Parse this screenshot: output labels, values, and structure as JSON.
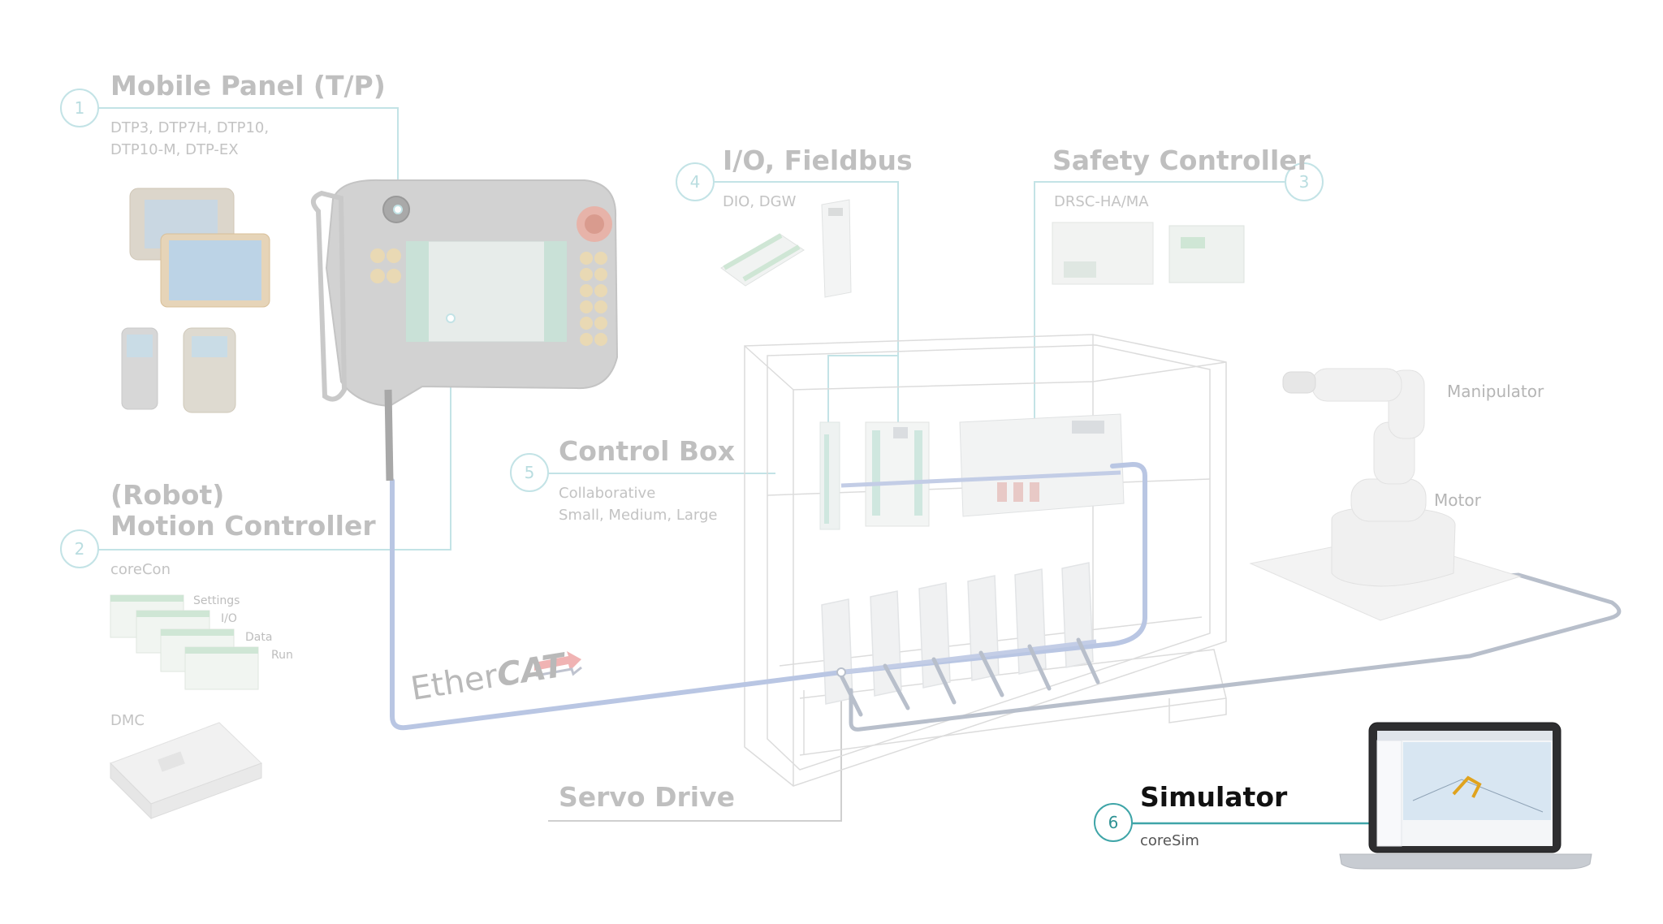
{
  "colors": {
    "accent_teal": "#3fa5a8",
    "faded_teal": "#c3e3e6",
    "ethercat_line": "#b9c6e3",
    "servo_line": "#b8bfcb",
    "faded_text": "#bfbfbf",
    "active_text": "#111111"
  },
  "sections": {
    "mobile_panel": {
      "number": "1",
      "title": "Mobile Panel (T/P)",
      "subtitle_line1": "DTP3, DTP7H, DTP10,",
      "subtitle_line2": "DTP10-M, DTP-EX"
    },
    "motion_controller": {
      "number": "2",
      "title_line1": "(Robot)",
      "title_line2": "Motion Controller",
      "subtitle": "coreCon",
      "screen_labels": [
        "Settings",
        "I/O",
        "Data",
        "Run"
      ],
      "dmc_label": "DMC"
    },
    "safety_controller": {
      "number": "3",
      "title": "Safety Controller",
      "subtitle": "DRSC-HA/MA"
    },
    "io_fieldbus": {
      "number": "4",
      "title": "I/O, Fieldbus",
      "subtitle": "DIO, DGW"
    },
    "control_box": {
      "number": "5",
      "title": "Control Box",
      "subtitle_line1": "Collaborative",
      "subtitle_line2": "Small, Medium, Large"
    },
    "simulator": {
      "number": "6",
      "title": "Simulator",
      "subtitle": "coreSim"
    },
    "servo_drive": {
      "title": "Servo Drive"
    },
    "robot": {
      "manipulator_label": "Manipulator",
      "motor_label": "Motor"
    },
    "ethercat": {
      "prefix": "Ether",
      "suffix": "CAT"
    }
  }
}
